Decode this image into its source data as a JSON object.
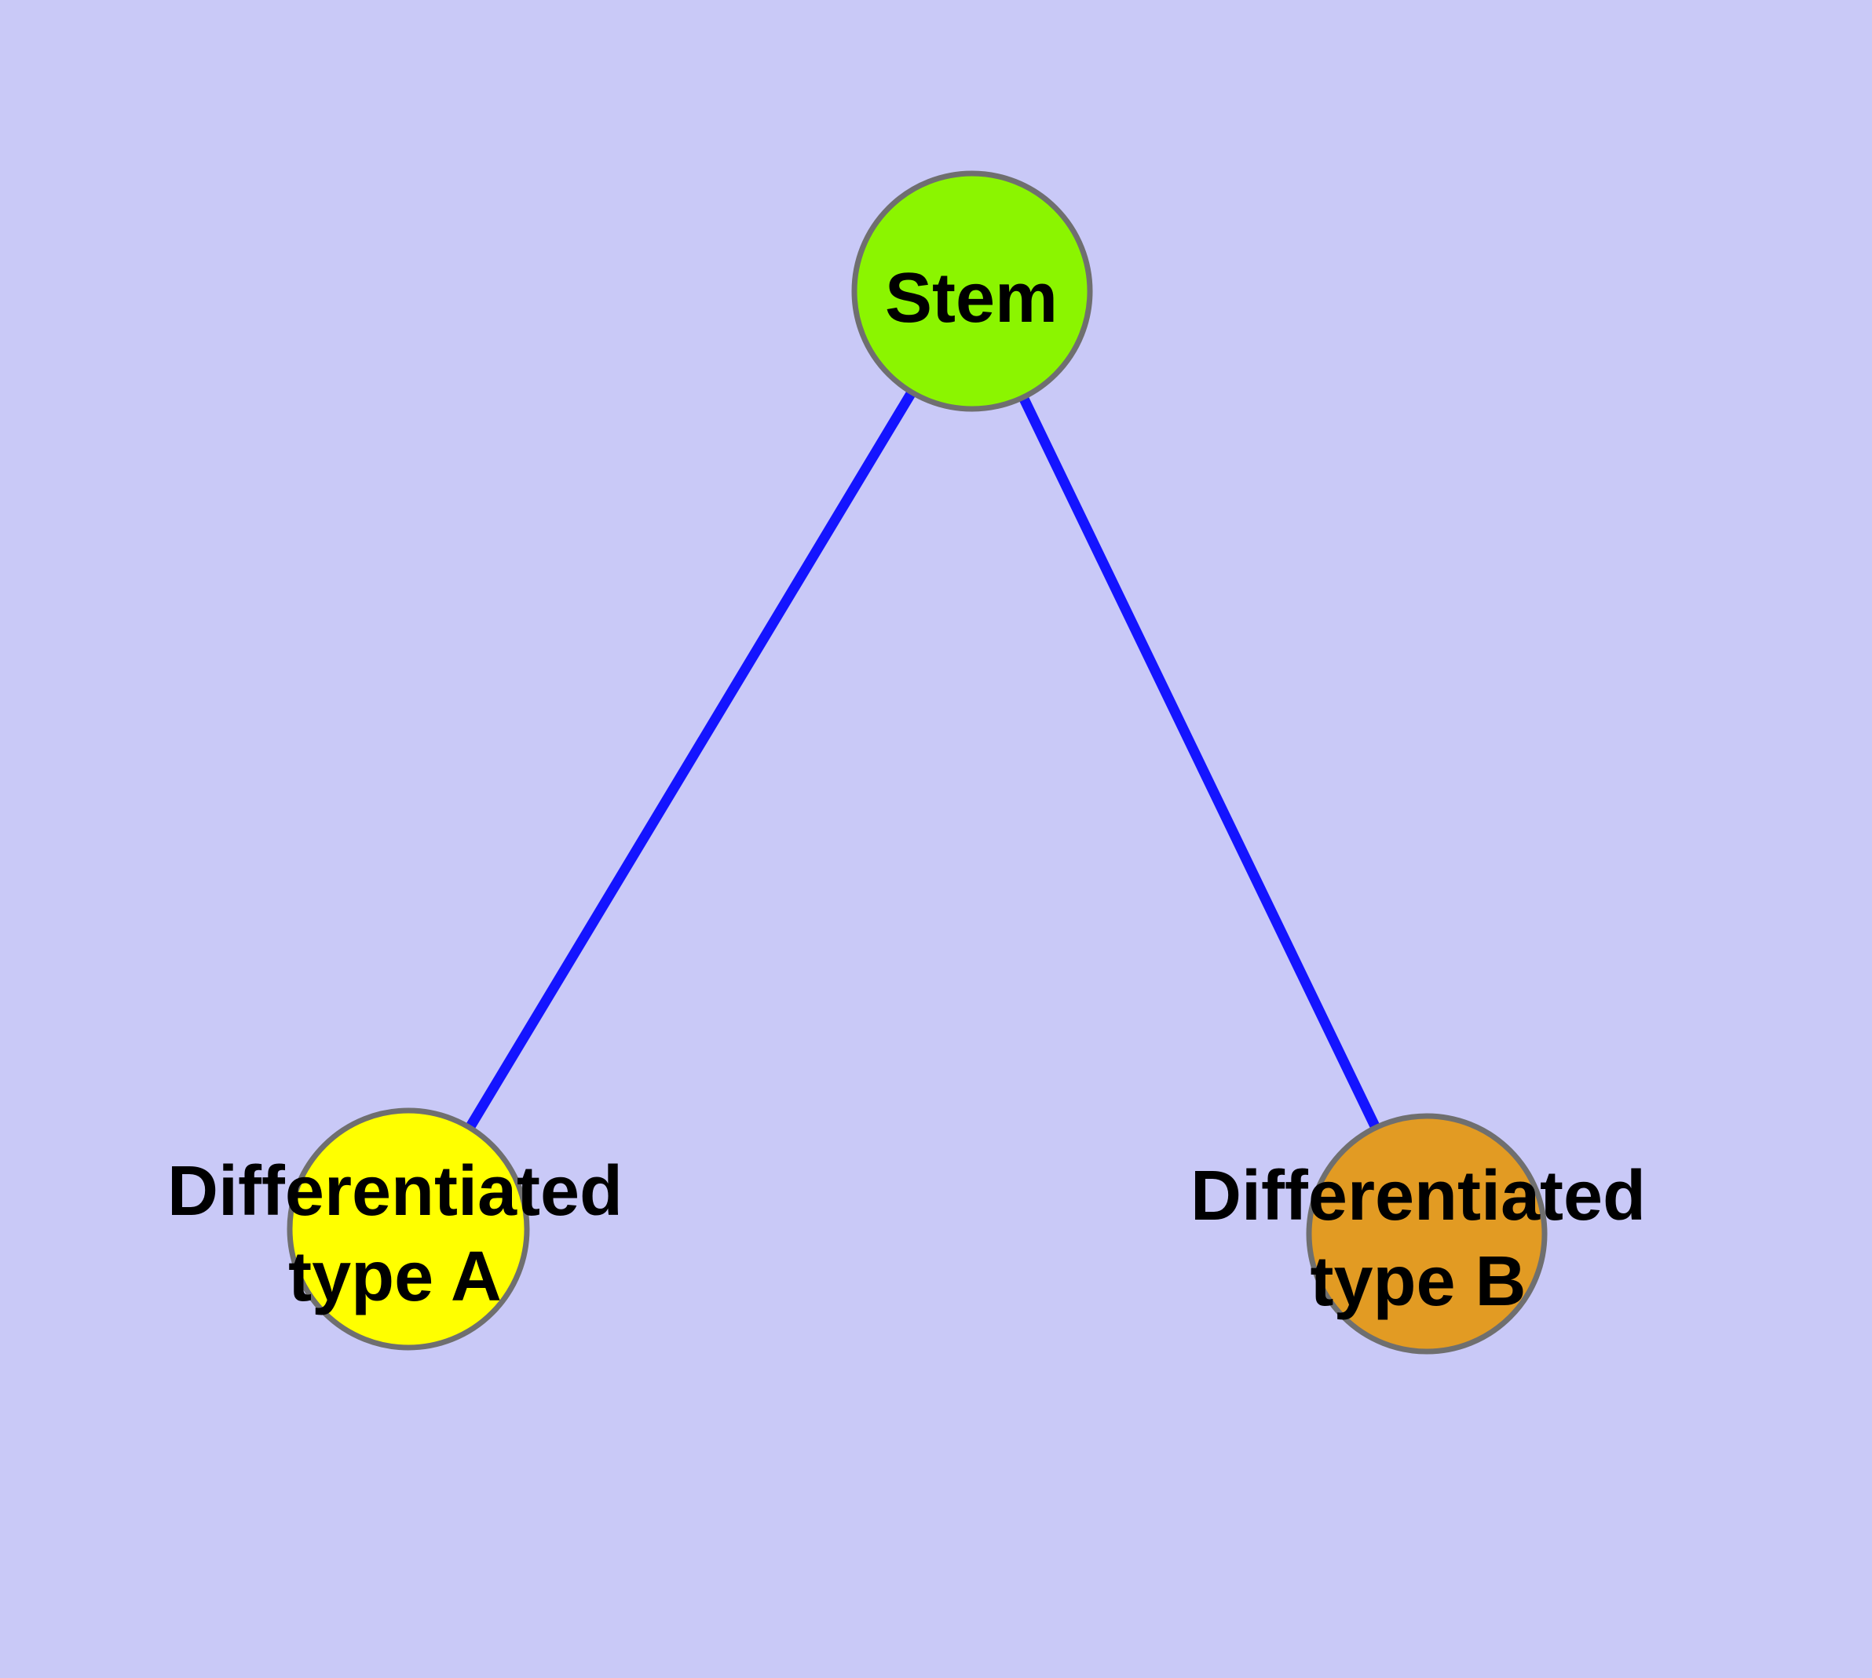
{
  "diagram": {
    "type": "node-link-graph",
    "description": "Stem cell differentiation diagram: a Stem node connected to two differentiated cell type nodes",
    "colors": {
      "background": "#C9C9F7",
      "edge": "#1414FF",
      "node_border": "#6F6F6F",
      "label_text": "#000000"
    },
    "nodes": {
      "stem": {
        "id": "stem",
        "label": "Stem",
        "lines": [
          "Stem"
        ],
        "fill": "#8BF500"
      },
      "typeA": {
        "id": "type-a",
        "label": "Differentiated type A",
        "lines": [
          "Differentiated",
          "type A"
        ],
        "fill": "#FFFF00"
      },
      "typeB": {
        "id": "type-b",
        "label": "Differentiated type B",
        "lines": [
          "Differentiated",
          "type B"
        ],
        "fill": "#E29B23"
      }
    },
    "edges": [
      {
        "from": "stem",
        "to": "type-a"
      },
      {
        "from": "stem",
        "to": "type-b"
      }
    ]
  }
}
